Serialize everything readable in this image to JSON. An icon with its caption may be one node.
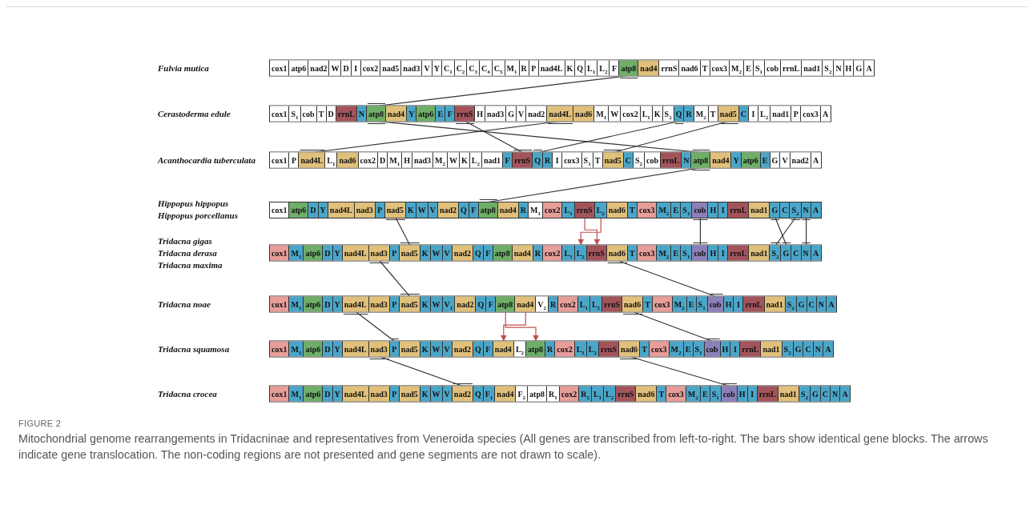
{
  "diagram": {
    "caption": "Mitochondrial genome rearrangements in Tridacninae and representatives from Veneroida species (All genes are transcribed from left-to-right. The bars show identical gene blocks. The arrows indicate gene translocation. The non-coding regions are not presented and gene segments are not drawn to scale).",
    "labels": [
      "Fulvia mutica",
      "Cerastoderma edule",
      "Acanthocardia tuberculata",
      "Hippopus hippopus",
      "Hippopus porcellanus",
      "Tridacna gigas",
      "Tridacna derasa",
      "Tridacna maxima",
      "Tridacna noae",
      "Tridacna squamosa",
      "Tridacna crocea",
      "FIGURE 2"
    ],
    "nodes": [
      {
        "text": [],
        "shape": "bar"
      },
      {
        "text": [
          "cox1"
        ],
        "in": 0
      },
      {
        "text": [
          "atp6"
        ],
        "in": 0
      },
      {
        "text": [
          "nad2"
        ],
        "in": 0
      },
      {
        "text": [
          "W"
        ],
        "in": 0
      },
      {
        "text": [
          "D"
        ],
        "in": 0
      },
      {
        "text": [
          "I"
        ],
        "in": 0
      },
      {
        "text": [
          "cox2"
        ],
        "in": 0
      },
      {
        "text": [
          "nad5"
        ],
        "in": 0
      },
      {
        "text": [
          "nad3"
        ],
        "in": 0
      },
      {
        "text": [
          "V"
        ],
        "in": 0
      },
      {
        "text": [
          "Y"
        ],
        "in": 0
      },
      {
        "text": [
          "C$_{1}$"
        ],
        "in": 0
      },
      {
        "text": [
          "C$_{2}$"
        ],
        "in": 0
      },
      {
        "text": [
          "C$_{3}$"
        ],
        "in": 0
      },
      {
        "text": [
          "C$_{4}$"
        ],
        "in": 0
      },
      {
        "text": [
          "C$_{5}$"
        ],
        "in": 0
      },
      {
        "text": [
          "M$_{1}$"
        ],
        "in": 0
      },
      {
        "text": [
          "R"
        ],
        "in": 0
      },
      {
        "text": [
          "P"
        ],
        "in": 0
      },
      {
        "text": [
          "nad4L"
        ],
        "in": 0
      },
      {
        "text": [
          "K"
        ],
        "in": 0
      },
      {
        "text": [
          "Q"
        ],
        "in": 0
      },
      {
        "text": [
          "L$_{1}$"
        ],
        "in": 0
      },
      {
        "text": [
          "L$_{2}$"
        ],
        "in": 0
      },
      {
        "text": [
          "F"
        ],
        "in": 0
      },
      {
        "text": [
          "atp8"
        ],
        "in": 0
      },
      {
        "text": [
          "nad4"
        ],
        "in": 0
      },
      {
        "text": [
          "rrnS"
        ],
        "in": 0
      },
      {
        "text": [
          "nad6"
        ],
        "in": 0
      },
      {
        "text": [
          "T"
        ],
        "in": 0
      },
      {
        "text": [
          "cox3"
        ],
        "in": 0
      },
      {
        "text": [
          "M$_{2}$"
        ],
        "in": 0
      },
      {
        "text": [
          "E"
        ],
        "in": 0
      },
      {
        "text": [
          "S$_{1}$"
        ],
        "in": 0
      },
      {
        "text": [
          "cob"
        ],
        "in": 0
      },
      {
        "text": [
          "rrnL"
        ],
        "in": 0
      },
      {
        "text": [
          "nad1"
        ],
        "in": 0
      },
      {
        "text": [
          "S$_{2}$"
        ],
        "in": 0
      },
      {
        "text": [
          "N"
        ],
        "in": 0
      },
      {
        "text": [
          "H"
        ],
        "in": 0
      },
      {
        "text": [
          "G"
        ],
        "in": 0
      },
      {
        "text": [
          "A"
        ],
        "in": 0
      },
      {
        "text": [],
        "shape": "bar"
      },
      {
        "text": [
          "cox1"
        ],
        "in": 43
      },
      {
        "text": [
          "S$_{1}$"
        ],
        "in": 43
      },
      {
        "text": [
          "cob"
        ],
        "in": 43
      },
      {
        "text": [
          "T"
        ],
        "in": 43
      },
      {
        "text": [
          "D"
        ],
        "in": 43
      },
      {
        "text": [
          "rrnL"
        ],
        "in": 43
      },
      {
        "text": [
          "N"
        ],
        "in": 43
      },
      {
        "text": [
          "atp8"
        ],
        "in": 43
      },
      {
        "text": [
          "nad4"
        ],
        "in": 43
      },
      {
        "text": [
          "Y"
        ],
        "in": 43
      },
      {
        "text": [
          "atp6"
        ],
        "in": 43
      },
      {
        "text": [
          "E"
        ],
        "in": 43
      },
      {
        "text": [
          "F"
        ],
        "in": 43
      },
      {
        "text": [
          "rrnS"
        ],
        "in": 43
      },
      {
        "text": [
          "H"
        ],
        "in": 43
      },
      {
        "text": [
          "nad3"
        ],
        "in": 43
      },
      {
        "text": [
          "G"
        ],
        "in": 43
      },
      {
        "text": [
          "V"
        ],
        "in": 43
      },
      {
        "text": [
          "nad2"
        ],
        "in": 43
      },
      {
        "text": [
          "nad4L"
        ],
        "in": 43
      },
      {
        "text": [
          "nad6"
        ],
        "in": 43
      },
      {
        "text": [
          "M$_{1}$"
        ],
        "in": 43
      },
      {
        "text": [
          "W"
        ],
        "in": 43
      },
      {
        "text": [
          "cox2"
        ],
        "in": 43
      },
      {
        "text": [
          "L$_{1}$"
        ],
        "in": 43
      },
      {
        "text": [
          "K"
        ],
        "in": 43
      },
      {
        "text": [
          "S$_{2}$"
        ],
        "in": 43
      },
      {
        "text": [
          "Q"
        ],
        "in": 43
      },
      {
        "text": [
          "R"
        ],
        "in": 43
      },
      {
        "text": [
          "M$_{2}$"
        ],
        "in": 43
      },
      {
        "text": [
          "T"
        ],
        "in": 43
      },
      {
        "text": [
          "nad5"
        ],
        "in": 43
      },
      {
        "text": [
          "C"
        ],
        "in": 43
      },
      {
        "text": [
          "I"
        ],
        "in": 43
      },
      {
        "text": [
          "L$_{2}$"
        ],
        "in": 43
      },
      {
        "text": [
          "nad1"
        ],
        "in": 43
      },
      {
        "text": [
          "P"
        ],
        "in": 43
      },
      {
        "text": [
          "cox3"
        ],
        "in": 43
      },
      {
        "text": [
          "A"
        ],
        "in": 43
      },
      {
        "text": [],
        "shape": "bar"
      },
      {
        "text": [
          "cox1"
        ],
        "in": 83
      },
      {
        "text": [
          "P"
        ],
        "in": 83
      },
      {
        "text": [
          "nad4L"
        ],
        "in": 83
      },
      {
        "text": [
          "L$_{1}$"
        ],
        "in": 83
      },
      {
        "text": [
          "nad6"
        ],
        "in": 83
      },
      {
        "text": [
          "cox2"
        ],
        "in": 83
      },
      {
        "text": [
          "D"
        ],
        "in": 83
      },
      {
        "text": [
          "M$_{1}$"
        ],
        "in": 83
      },
      {
        "text": [
          "H"
        ],
        "in": 83
      },
      {
        "text": [
          "nad3"
        ],
        "in": 83
      },
      {
        "text": [
          "M$_{2}$"
        ],
        "in": 83
      },
      {
        "text": [
          "W"
        ],
        "in": 83
      },
      {
        "text": [
          "K"
        ],
        "in": 83
      },
      {
        "text": [
          "L$_{2}$"
        ],
        "in": 83
      },
      {
        "text": [
          "nad1"
        ],
        "in": 83
      },
      {
        "text": [
          "F"
        ],
        "in": 83
      },
      {
        "text": [
          "rrnS"
        ],
        "in": 83
      },
      {
        "text": [
          "Q"
        ],
        "in": 83
      },
      {
        "text": [
          "R"
        ],
        "in": 83
      },
      {
        "text": [
          "I"
        ],
        "in": 83
      },
      {
        "text": [
          "cox3"
        ],
        "in": 83
      },
      {
        "text": [
          "S$_{1}$"
        ],
        "in": 83
      },
      {
        "text": [
          "T"
        ],
        "in": 83
      },
      {
        "text": [
          "nad5"
        ],
        "in": 83
      },
      {
        "text": [
          "C"
        ],
        "in": 83
      },
      {
        "text": [
          "S$_{2}$"
        ],
        "in": 83
      },
      {
        "text": [
          "cob"
        ],
        "in": 83
      },
      {
        "text": [
          "rrnL"
        ],
        "in": 83
      },
      {
        "text": [
          "N"
        ],
        "in": 83
      },
      {
        "text": [
          "atp8"
        ],
        "in": 83
      },
      {
        "text": [
          "nad4"
        ],
        "in": 83
      },
      {
        "text": [
          "Y"
        ],
        "in": 83
      },
      {
        "text": [
          "atp6"
        ],
        "in": 83
      },
      {
        "text": [
          "E"
        ],
        "in": 83
      },
      {
        "text": [
          "G"
        ],
        "in": 83
      },
      {
        "text": [
          "V"
        ],
        "in": 83
      },
      {
        "text": [
          "nad2"
        ],
        "in": 83
      },
      {
        "text": [
          "A"
        ],
        "in": 83
      },
      {
        "text": [],
        "shape": "bar"
      },
      {
        "text": [
          "cox1"
        ],
        "in": 122
      },
      {
        "text": [
          "atp6"
        ],
        "in": 122
      },
      {
        "text": [
          "D"
        ],
        "in": 122
      },
      {
        "text": [
          "Y"
        ],
        "in": 122
      },
      {
        "text": [
          "nad4L"
        ],
        "in": 122
      },
      {
        "text": [
          "nad3"
        ],
        "in": 122
      },
      {
        "text": [
          "P"
        ],
        "in": 122
      },
      {
        "text": [
          "nad5"
        ],
        "in": 122
      },
      {
        "text": [
          "K"
        ],
        "in": 122
      },
      {
        "text": [
          "W"
        ],
        "in": 122
      },
      {
        "text": [
          "V"
        ],
        "in": 122
      },
      {
        "text": [
          "nad2"
        ],
        "in": 122
      },
      {
        "text": [
          "Q"
        ],
        "in": 122
      },
      {
        "text": [
          "F"
        ],
        "in": 122
      },
      {
        "text": [
          "atp8"
        ],
        "in": 122
      },
      {
        "text": [
          "nad4"
        ],
        "in": 122
      },
      {
        "text": [
          "R"
        ],
        "in": 122
      },
      {
        "text": [
          "M$_{1}$"
        ],
        "in": 122
      },
      {
        "text": [
          "cox2"
        ],
        "in": 122
      },
      {
        "text": [
          "L$_{1}$"
        ],
        "in": 122
      },
      {
        "text": [
          "rrnS"
        ],
        "in": 122
      },
      {
        "text": [
          "L$_{2}$"
        ],
        "in": 122
      },
      {
        "text": [
          "nad6"
        ],
        "in": 122
      },
      {
        "text": [
          "T"
        ],
        "in": 122
      },
      {
        "text": [
          "cox3"
        ],
        "in": 122
      },
      {
        "text": [
          "M$_{2}$"
        ],
        "in": 122
      },
      {
        "text": [
          "E"
        ],
        "in": 122
      },
      {
        "text": [
          "S$_{1}$"
        ],
        "in": 122
      },
      {
        "text": [
          "cob"
        ],
        "in": 122
      },
      {
        "text": [
          "H"
        ],
        "in": 122
      },
      {
        "text": [
          "I"
        ],
        "in": 122
      },
      {
        "text": [
          "rrnL"
        ],
        "in": 122
      },
      {
        "text": [
          "nad1"
        ],
        "in": 122
      },
      {
        "text": [
          "G"
        ],
        "in": 122
      },
      {
        "text": [
          "C"
        ],
        "in": 122
      },
      {
        "text": [
          "S$_{2}$"
        ],
        "in": 122
      },
      {
        "text": [
          "N"
        ],
        "in": 122
      },
      {
        "text": [
          "A"
        ],
        "in": 122
      },
      {
        "text": [],
        "shape": "bar"
      },
      {
        "text": [
          "cox1"
        ],
        "in": 161
      },
      {
        "text": [
          "M$_{1}$"
        ],
        "in": 161
      },
      {
        "text": [
          "atp6"
        ],
        "in": 161
      },
      {
        "text": [
          "D"
        ],
        "in": 161
      },
      {
        "text": [
          "Y"
        ],
        "in": 161
      },
      {
        "text": [
          "nad4L"
        ],
        "in": 161
      },
      {
        "text": [
          "nad3"
        ],
        "in": 161
      },
      {
        "text": [
          "P"
        ],
        "in": 161
      },
      {
        "text": [
          "nad5"
        ],
        "in": 161
      },
      {
        "text": [
          "K"
        ],
        "in": 161
      },
      {
        "text": [
          "W"
        ],
        "in": 161
      },
      {
        "text": [
          "V"
        ],
        "in": 161
      },
      {
        "text": [
          "nad2"
        ],
        "in": 161
      },
      {
        "text": [
          "Q"
        ],
        "in": 161
      },
      {
        "text": [
          "F"
        ],
        "in": 161
      },
      {
        "text": [
          "atp8"
        ],
        "in": 161
      },
      {
        "text": [
          "nad4"
        ],
        "in": 161
      },
      {
        "text": [
          "R"
        ],
        "in": 161
      },
      {
        "text": [
          "cox2"
        ],
        "in": 161
      },
      {
        "text": [
          "L$_{1}$"
        ],
        "in": 161
      },
      {
        "text": [
          "L$_{2}$"
        ],
        "in": 161
      },
      {
        "text": [
          "rrnS"
        ],
        "in": 161
      },
      {
        "text": [
          "nad6"
        ],
        "in": 161
      },
      {
        "text": [
          "T"
        ],
        "in": 161
      },
      {
        "text": [
          "cox3"
        ],
        "in": 161
      },
      {
        "text": [
          "M$_{2}$"
        ],
        "in": 161
      },
      {
        "text": [
          "E"
        ],
        "in": 161
      },
      {
        "text": [
          "S$_{1}$"
        ],
        "in": 161
      },
      {
        "text": [
          "cob"
        ],
        "in": 161
      },
      {
        "text": [
          "H"
        ],
        "in": 161
      },
      {
        "text": [
          "I"
        ],
        "in": 161
      },
      {
        "text": [
          "rrnL"
        ],
        "in": 161
      },
      {
        "text": [
          "nad1"
        ],
        "in": 161
      },
      {
        "text": [
          "S$_{2}$"
        ],
        "in": 161
      },
      {
        "text": [
          "G"
        ],
        "in": 161
      },
      {
        "text": [
          "C"
        ],
        "in": 161
      },
      {
        "text": [
          "N"
        ],
        "in": 161
      },
      {
        "text": [
          "A"
        ],
        "in": 161
      },
      {
        "text": [],
        "shape": "bar"
      },
      {
        "text": [
          "cox1"
        ],
        "in": 200
      },
      {
        "text": [
          "M$_{1}$"
        ],
        "in": 200
      },
      {
        "text": [
          "atp6"
        ],
        "in": 200
      },
      {
        "text": [
          "D"
        ],
        "in": 200
      },
      {
        "text": [
          "Y"
        ],
        "in": 200
      },
      {
        "text": [
          "nad4L"
        ],
        "in": 200
      },
      {
        "text": [
          "nad3"
        ],
        "in": 200
      },
      {
        "text": [
          "P"
        ],
        "in": 200
      },
      {
        "text": [
          "nad5"
        ],
        "in": 200
      },
      {
        "text": [
          "K"
        ],
        "in": 200
      },
      {
        "text": [
          "W"
        ],
        "in": 200
      },
      {
        "text": [
          "V$_{1}$"
        ],
        "in": 200
      },
      {
        "text": [
          "nad2"
        ],
        "in": 200
      },
      {
        "text": [
          "Q"
        ],
        "in": 200
      },
      {
        "text": [
          "F"
        ],
        "in": 200
      },
      {
        "text": [
          "atp8"
        ],
        "in": 200
      },
      {
        "text": [
          "nad4"
        ],
        "in": 200
      },
      {
        "text": [
          "V$_{2}$"
        ],
        "in": 200
      },
      {
        "text": [
          "R"
        ],
        "in": 200
      },
      {
        "text": [
          "cox2"
        ],
        "in": 200
      },
      {
        "text": [
          "L$_{1}$"
        ],
        "in": 200
      },
      {
        "text": [
          "L$_{2}$"
        ],
        "in": 200
      },
      {
        "text": [
          "rrnS"
        ],
        "in": 200
      },
      {
        "text": [
          "nad6"
        ],
        "in": 200
      },
      {
        "text": [
          "T"
        ],
        "in": 200
      },
      {
        "text": [
          "cox3"
        ],
        "in": 200
      },
      {
        "text": [
          "M$_{2}$"
        ],
        "in": 200
      },
      {
        "text": [
          "E"
        ],
        "in": 200
      },
      {
        "text": [
          "S$_{1}$"
        ],
        "in": 200
      },
      {
        "text": [
          "cob"
        ],
        "in": 200
      },
      {
        "text": [
          "H"
        ],
        "in": 200
      },
      {
        "text": [
          "I"
        ],
        "in": 200
      },
      {
        "text": [
          "rrnL"
        ],
        "in": 200
      },
      {
        "text": [
          "nad1"
        ],
        "in": 200
      },
      {
        "text": [
          "S$_{2}$"
        ],
        "in": 200
      },
      {
        "text": [
          "G"
        ],
        "in": 200
      },
      {
        "text": [
          "C"
        ],
        "in": 200
      },
      {
        "text": [
          "N"
        ],
        "in": 200
      },
      {
        "text": [
          "A"
        ],
        "in": 200
      },
      {
        "text": [],
        "shape": "bar"
      },
      {
        "text": [
          "cox1"
        ],
        "in": 240
      },
      {
        "text": [
          "M$_{1}$"
        ],
        "in": 240
      },
      {
        "text": [
          "atp6"
        ],
        "in": 240
      },
      {
        "text": [
          "D"
        ],
        "in": 240
      },
      {
        "text": [
          "Y"
        ],
        "in": 240
      },
      {
        "text": [
          "nad4L"
        ],
        "in": 240
      },
      {
        "text": [
          "nad3"
        ],
        "in": 240
      },
      {
        "text": [
          "P"
        ],
        "in": 240
      },
      {
        "text": [
          "nad5"
        ],
        "in": 240
      },
      {
        "text": [
          "K"
        ],
        "in": 240
      },
      {
        "text": [
          "W"
        ],
        "in": 240
      },
      {
        "text": [
          "V"
        ],
        "in": 240
      },
      {
        "text": [
          "nad2"
        ],
        "in": 240
      },
      {
        "text": [
          "Q"
        ],
        "in": 240
      },
      {
        "text": [
          "F"
        ],
        "in": 240
      },
      {
        "text": [
          "nad4"
        ],
        "in": 240
      },
      {
        "text": [
          "L$_{2}$"
        ],
        "in": 240
      },
      {
        "text": [
          "atp8"
        ],
        "in": 240
      },
      {
        "text": [
          "R"
        ],
        "in": 240
      },
      {
        "text": [
          "cox2"
        ],
        "in": 240
      },
      {
        "text": [
          "L$_{1}$"
        ],
        "in": 240
      },
      {
        "text": [
          "L$_{2}$"
        ],
        "in": 240
      },
      {
        "text": [
          "rrnS"
        ],
        "in": 240
      },
      {
        "text": [
          "nad6"
        ],
        "in": 240
      },
      {
        "text": [
          "T"
        ],
        "in": 240
      },
      {
        "text": [
          "cox3"
        ],
        "in": 240
      },
      {
        "text": [
          "M$_{2}$"
        ],
        "in": 240
      },
      {
        "text": [
          "E"
        ],
        "in": 240
      },
      {
        "text": [
          "S$_{1}$"
        ],
        "in": 240
      },
      {
        "text": [
          "cob"
        ],
        "in": 240
      },
      {
        "text": [
          "H"
        ],
        "in": 240
      },
      {
        "text": [
          "I"
        ],
        "in": 240
      },
      {
        "text": [
          "rrnL"
        ],
        "in": 240
      },
      {
        "text": [
          "nad1"
        ],
        "in": 240
      },
      {
        "text": [
          "S$_{2}$"
        ],
        "in": 240
      },
      {
        "text": [
          "G"
        ],
        "in": 240
      },
      {
        "text": [
          "C"
        ],
        "in": 240
      },
      {
        "text": [
          "N"
        ],
        "in": 240
      },
      {
        "text": [
          "A"
        ],
        "in": 240
      },
      {
        "text": [],
        "shape": "bar"
      },
      {
        "text": [
          "cox1"
        ],
        "in": 280
      },
      {
        "text": [
          "M$_{1}$"
        ],
        "in": 280
      },
      {
        "text": [
          "atp6"
        ],
        "in": 280
      },
      {
        "text": [
          "D"
        ],
        "in": 280
      },
      {
        "text": [
          "Y"
        ],
        "in": 280
      },
      {
        "text": [
          "nad4L"
        ],
        "in": 280
      },
      {
        "text": [
          "nad3"
        ],
        "in": 280
      },
      {
        "text": [
          "P"
        ],
        "in": 280
      },
      {
        "text": [
          "nad5"
        ],
        "in": 280
      },
      {
        "text": [
          "K"
        ],
        "in": 280
      },
      {
        "text": [
          "W"
        ],
        "in": 280
      },
      {
        "text": [
          "V"
        ],
        "in": 280
      },
      {
        "text": [
          "nad2"
        ],
        "in": 280
      },
      {
        "text": [
          "Q"
        ],
        "in": 280
      },
      {
        "text": [
          "F$_{1}$"
        ],
        "in": 280
      },
      {
        "text": [
          "nad4"
        ],
        "in": 280
      },
      {
        "text": [
          "F$_{2}$"
        ],
        "in": 280
      },
      {
        "text": [
          "atp8"
        ],
        "in": 280
      },
      {
        "text": [
          "R$_{1}$"
        ],
        "in": 280
      },
      {
        "text": [
          "cox2"
        ],
        "in": 280
      },
      {
        "text": [
          "R$_{2}$"
        ],
        "in": 280
      },
      {
        "text": [
          "L$_{1}$"
        ],
        "in": 280
      },
      {
        "text": [
          "L$_{2}$"
        ],
        "in": 280
      },
      {
        "text": [
          "rrnS"
        ],
        "in": 280
      },
      {
        "text": [
          "nad6"
        ],
        "in": 280
      },
      {
        "text": [
          "T"
        ],
        "in": 280
      },
      {
        "text": [
          "cox3"
        ],
        "in": 280
      },
      {
        "text": [
          "M$_{2}$"
        ],
        "in": 280
      },
      {
        "text": [
          "E"
        ],
        "in": 280
      },
      {
        "text": [
          "S$_{1}$"
        ],
        "in": 280
      },
      {
        "text": [
          "cob"
        ],
        "in": 280
      },
      {
        "text": [
          "H"
        ],
        "in": 280
      },
      {
        "text": [
          "I"
        ],
        "in": 280
      },
      {
        "text": [
          "rrnL"
        ],
        "in": 280
      },
      {
        "text": [
          "nad1"
        ],
        "in": 280
      },
      {
        "text": [
          "S$_{2}$"
        ],
        "in": 280
      },
      {
        "text": [
          "G"
        ],
        "in": 280
      },
      {
        "text": [
          "C"
        ],
        "in": 280
      },
      {
        "text": [
          "N"
        ],
        "in": 280
      },
      {
        "text": [
          "A"
        ],
        "in": 280
      }
    ],
    "edges": [
      {
        "from": 26,
        "to": 51,
        "arrow": "none"
      },
      {
        "from": 51,
        "to": 113,
        "arrow": "none"
      },
      {
        "from": 57,
        "to": 100,
        "arrow": "none"
      },
      {
        "from": 63,
        "to": 86,
        "arrow": "none"
      },
      {
        "from": 71,
        "to": 101,
        "arrow": "none"
      },
      {
        "from": 75,
        "to": 107,
        "arrow": "none"
      },
      {
        "from": 113,
        "to": 137,
        "arrow": "none"
      },
      {
        "from": 130,
        "to": 170,
        "arrow": "none"
      },
      {
        "from": 143,
        "to": 183,
        "arrow": "to",
        "color": "#c0504d"
      },
      {
        "from": 144,
        "to": 182,
        "arrow": "to",
        "color": "#c0504d"
      },
      {
        "from": 151,
        "to": 190,
        "arrow": "none"
      },
      {
        "from": 156,
        "to": 196,
        "arrow": "none"
      },
      {
        "from": 158,
        "to": 195,
        "arrow": "none"
      },
      {
        "from": 159,
        "to": 198,
        "arrow": "none"
      },
      {
        "from": 168,
        "to": 209,
        "arrow": "none"
      },
      {
        "from": 184,
        "to": 230,
        "arrow": "none"
      },
      {
        "from": 206,
        "to": 248,
        "arrow": "none"
      },
      {
        "from": 216,
        "to": 258,
        "arrow": "to",
        "color": "#c0504d"
      },
      {
        "from": 217,
        "to": 256,
        "arrow": "to",
        "color": "#c0504d"
      },
      {
        "from": 224,
        "to": 270,
        "arrow": "none"
      },
      {
        "from": 247,
        "to": 293,
        "arrow": "none"
      },
      {
        "from": 264,
        "to": 311,
        "arrow": "none"
      }
    ]
  }
}
